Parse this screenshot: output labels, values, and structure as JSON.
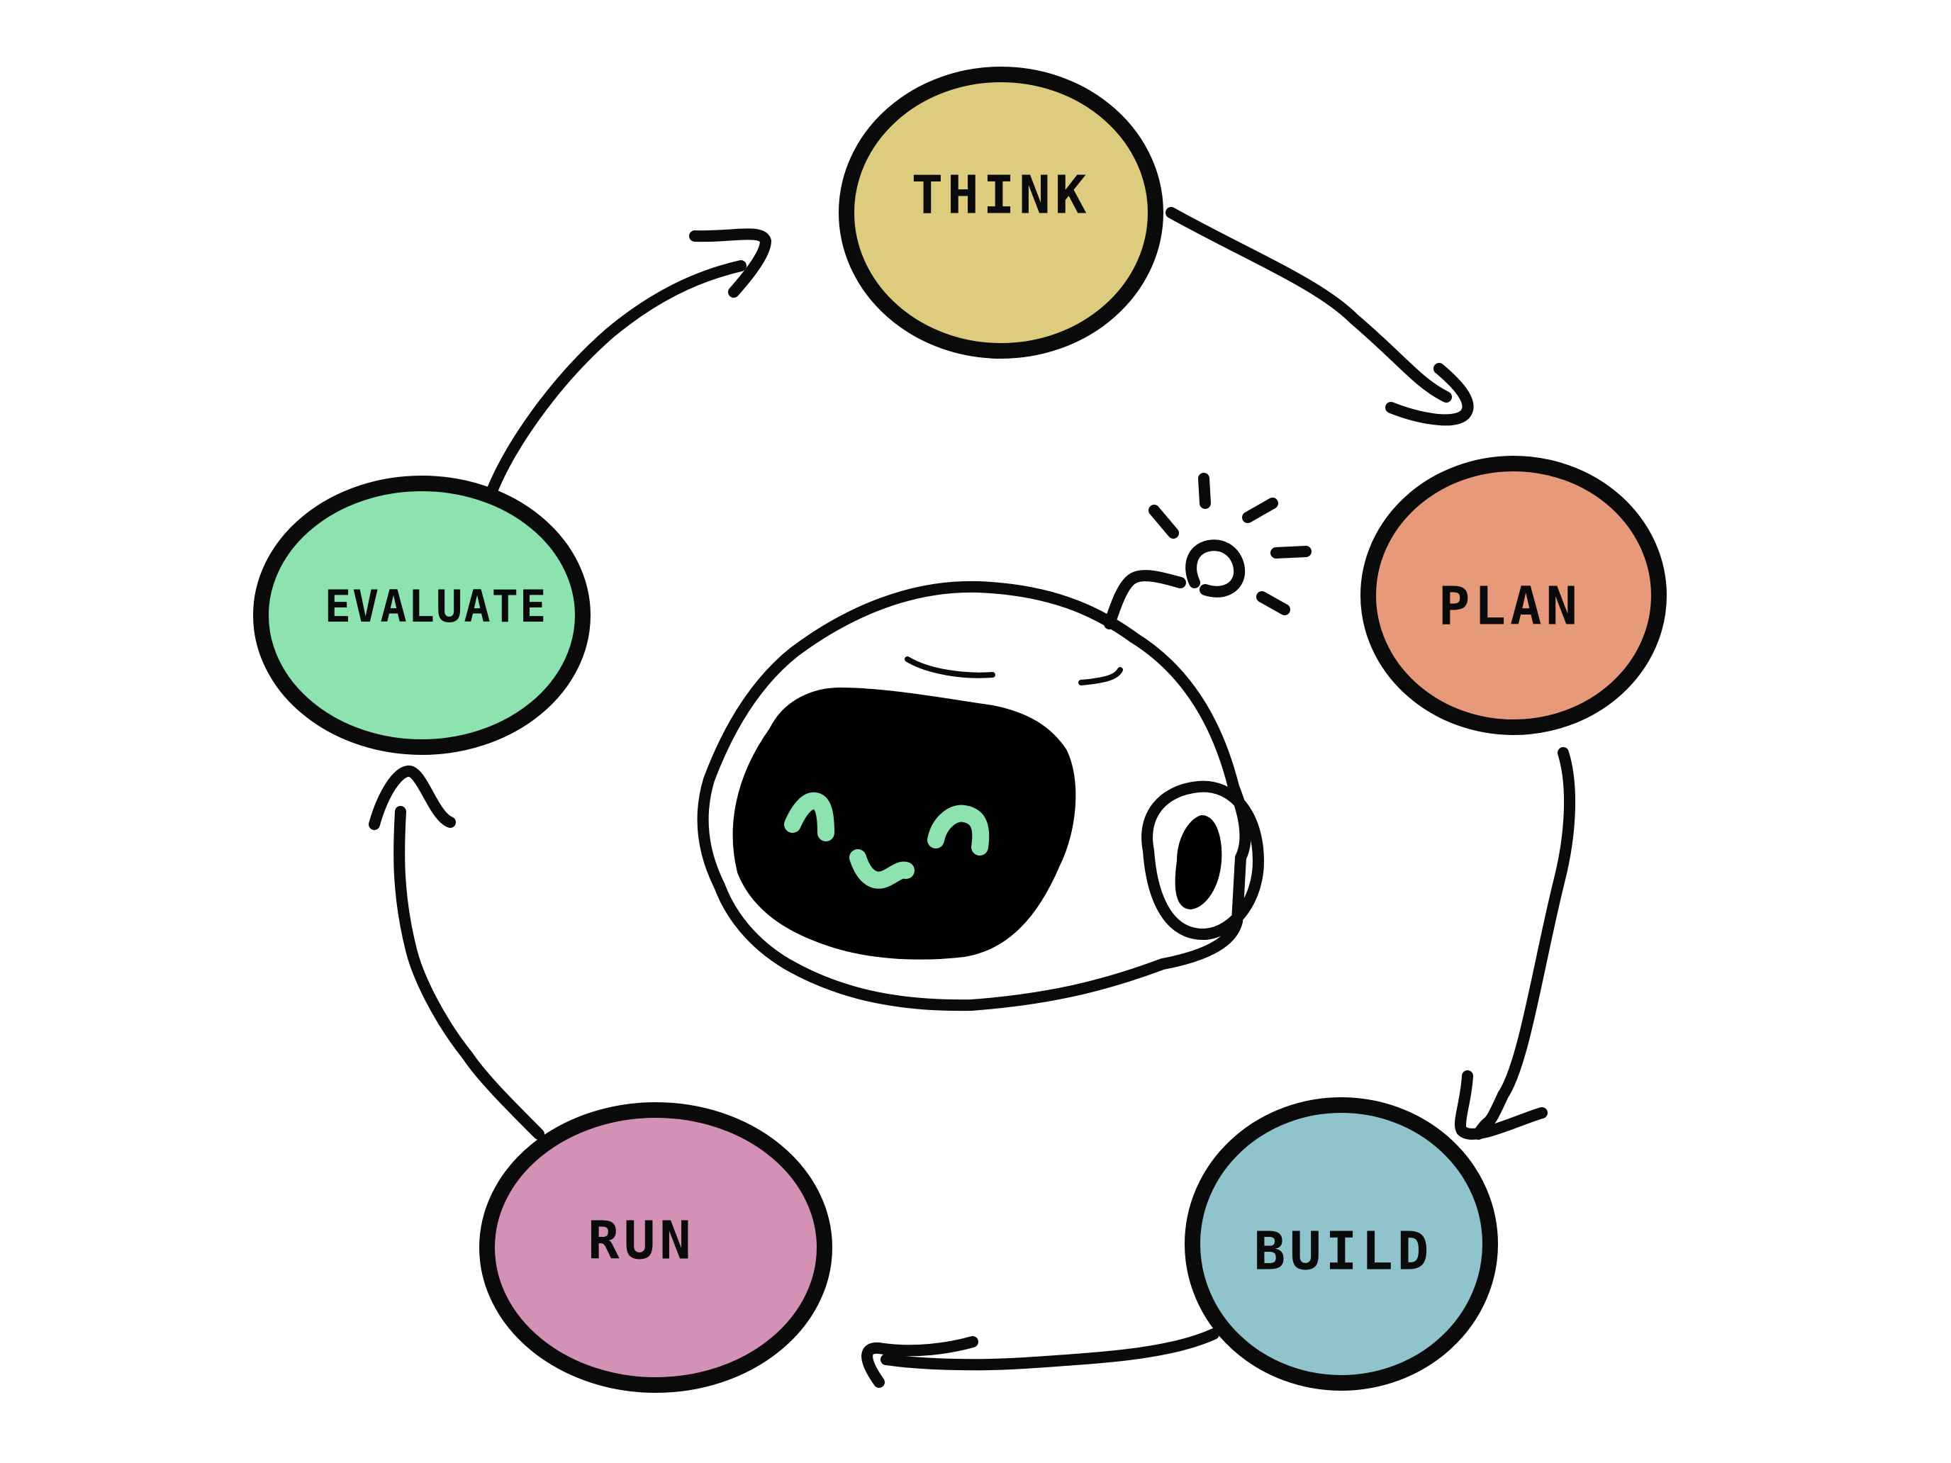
{
  "nodes": [
    {
      "id": "think",
      "label": "THINK",
      "color": "#DDCC7E"
    },
    {
      "id": "plan",
      "label": "PLAN",
      "color": "#E79A79"
    },
    {
      "id": "build",
      "label": "BUILD",
      "color": "#8FC4CD"
    },
    {
      "id": "run",
      "label": "RUN",
      "color": "#D491B6"
    },
    {
      "id": "evaluate",
      "label": "EVALUATE",
      "color": "#8CE3B0"
    }
  ],
  "flow": [
    "think",
    "plan",
    "build",
    "run",
    "evaluate",
    "think"
  ],
  "robot": {
    "face_color": "#000000",
    "eye_color": "#8CE3B0",
    "antenna_color": "#8CE3B0"
  }
}
